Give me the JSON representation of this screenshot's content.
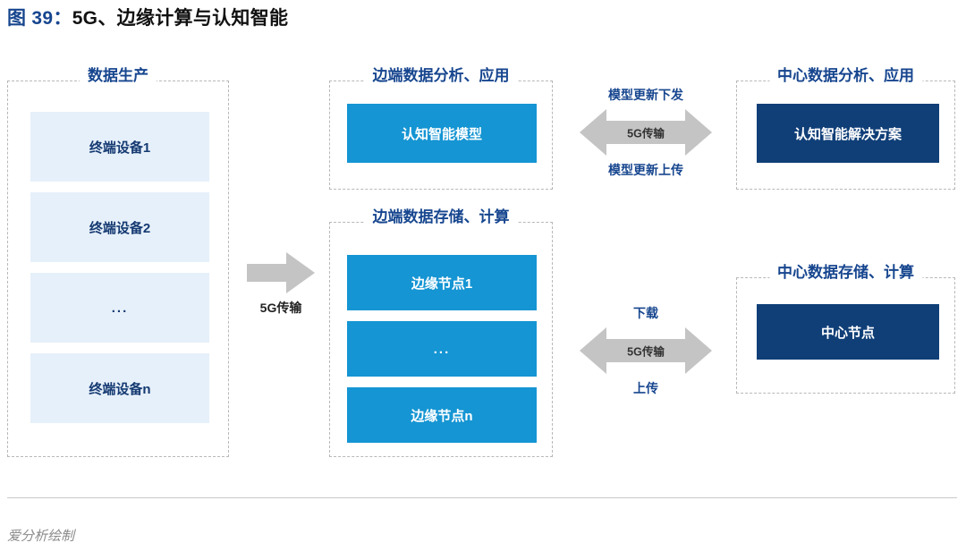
{
  "title": {
    "figure_no": "图 39：",
    "text": "5G、边缘计算与认知智能",
    "accent_color": "#17468f"
  },
  "colors": {
    "panel_title": "#17468f",
    "pale_box_bg": "#e6f0fa",
    "pale_box_text": "#153a72",
    "bright_box_bg": "#1595d3",
    "navy_box_bg": "#103f78",
    "arrow_fill": "#c4c4c4",
    "dash_border": "#b8b8b8"
  },
  "panels": {
    "data_production": {
      "title": "数据生产",
      "boxes": [
        {
          "label": "终端设备1"
        },
        {
          "label": "终端设备2"
        },
        {
          "label": "..."
        },
        {
          "label": "终端设备n"
        }
      ]
    },
    "edge_analysis": {
      "title": "边端数据分析、应用",
      "boxes": [
        {
          "label": "认知智能模型"
        }
      ]
    },
    "edge_storage": {
      "title": "边端数据存储、计算",
      "boxes": [
        {
          "label": "边缘节点1"
        },
        {
          "label": "..."
        },
        {
          "label": "边缘节点n"
        }
      ]
    },
    "center_analysis": {
      "title": "中心数据分析、应用",
      "boxes": [
        {
          "label": "认知智能解决方案"
        }
      ]
    },
    "center_storage": {
      "title": "中心数据存储、计算",
      "boxes": [
        {
          "label": "中心节点"
        }
      ]
    }
  },
  "arrows": {
    "production_to_edge": {
      "direction": "right",
      "label_below": "5G传输"
    },
    "edge_to_center_model": {
      "direction": "bidirectional",
      "label_above": "模型更新下发",
      "label_inside": "5G传输",
      "label_below": "模型更新上传"
    },
    "edge_to_center_data": {
      "direction": "bidirectional",
      "label_above": "下载",
      "label_inside": "5G传输",
      "label_below": "上传"
    }
  },
  "footer": {
    "source": "爱分析绘制"
  }
}
